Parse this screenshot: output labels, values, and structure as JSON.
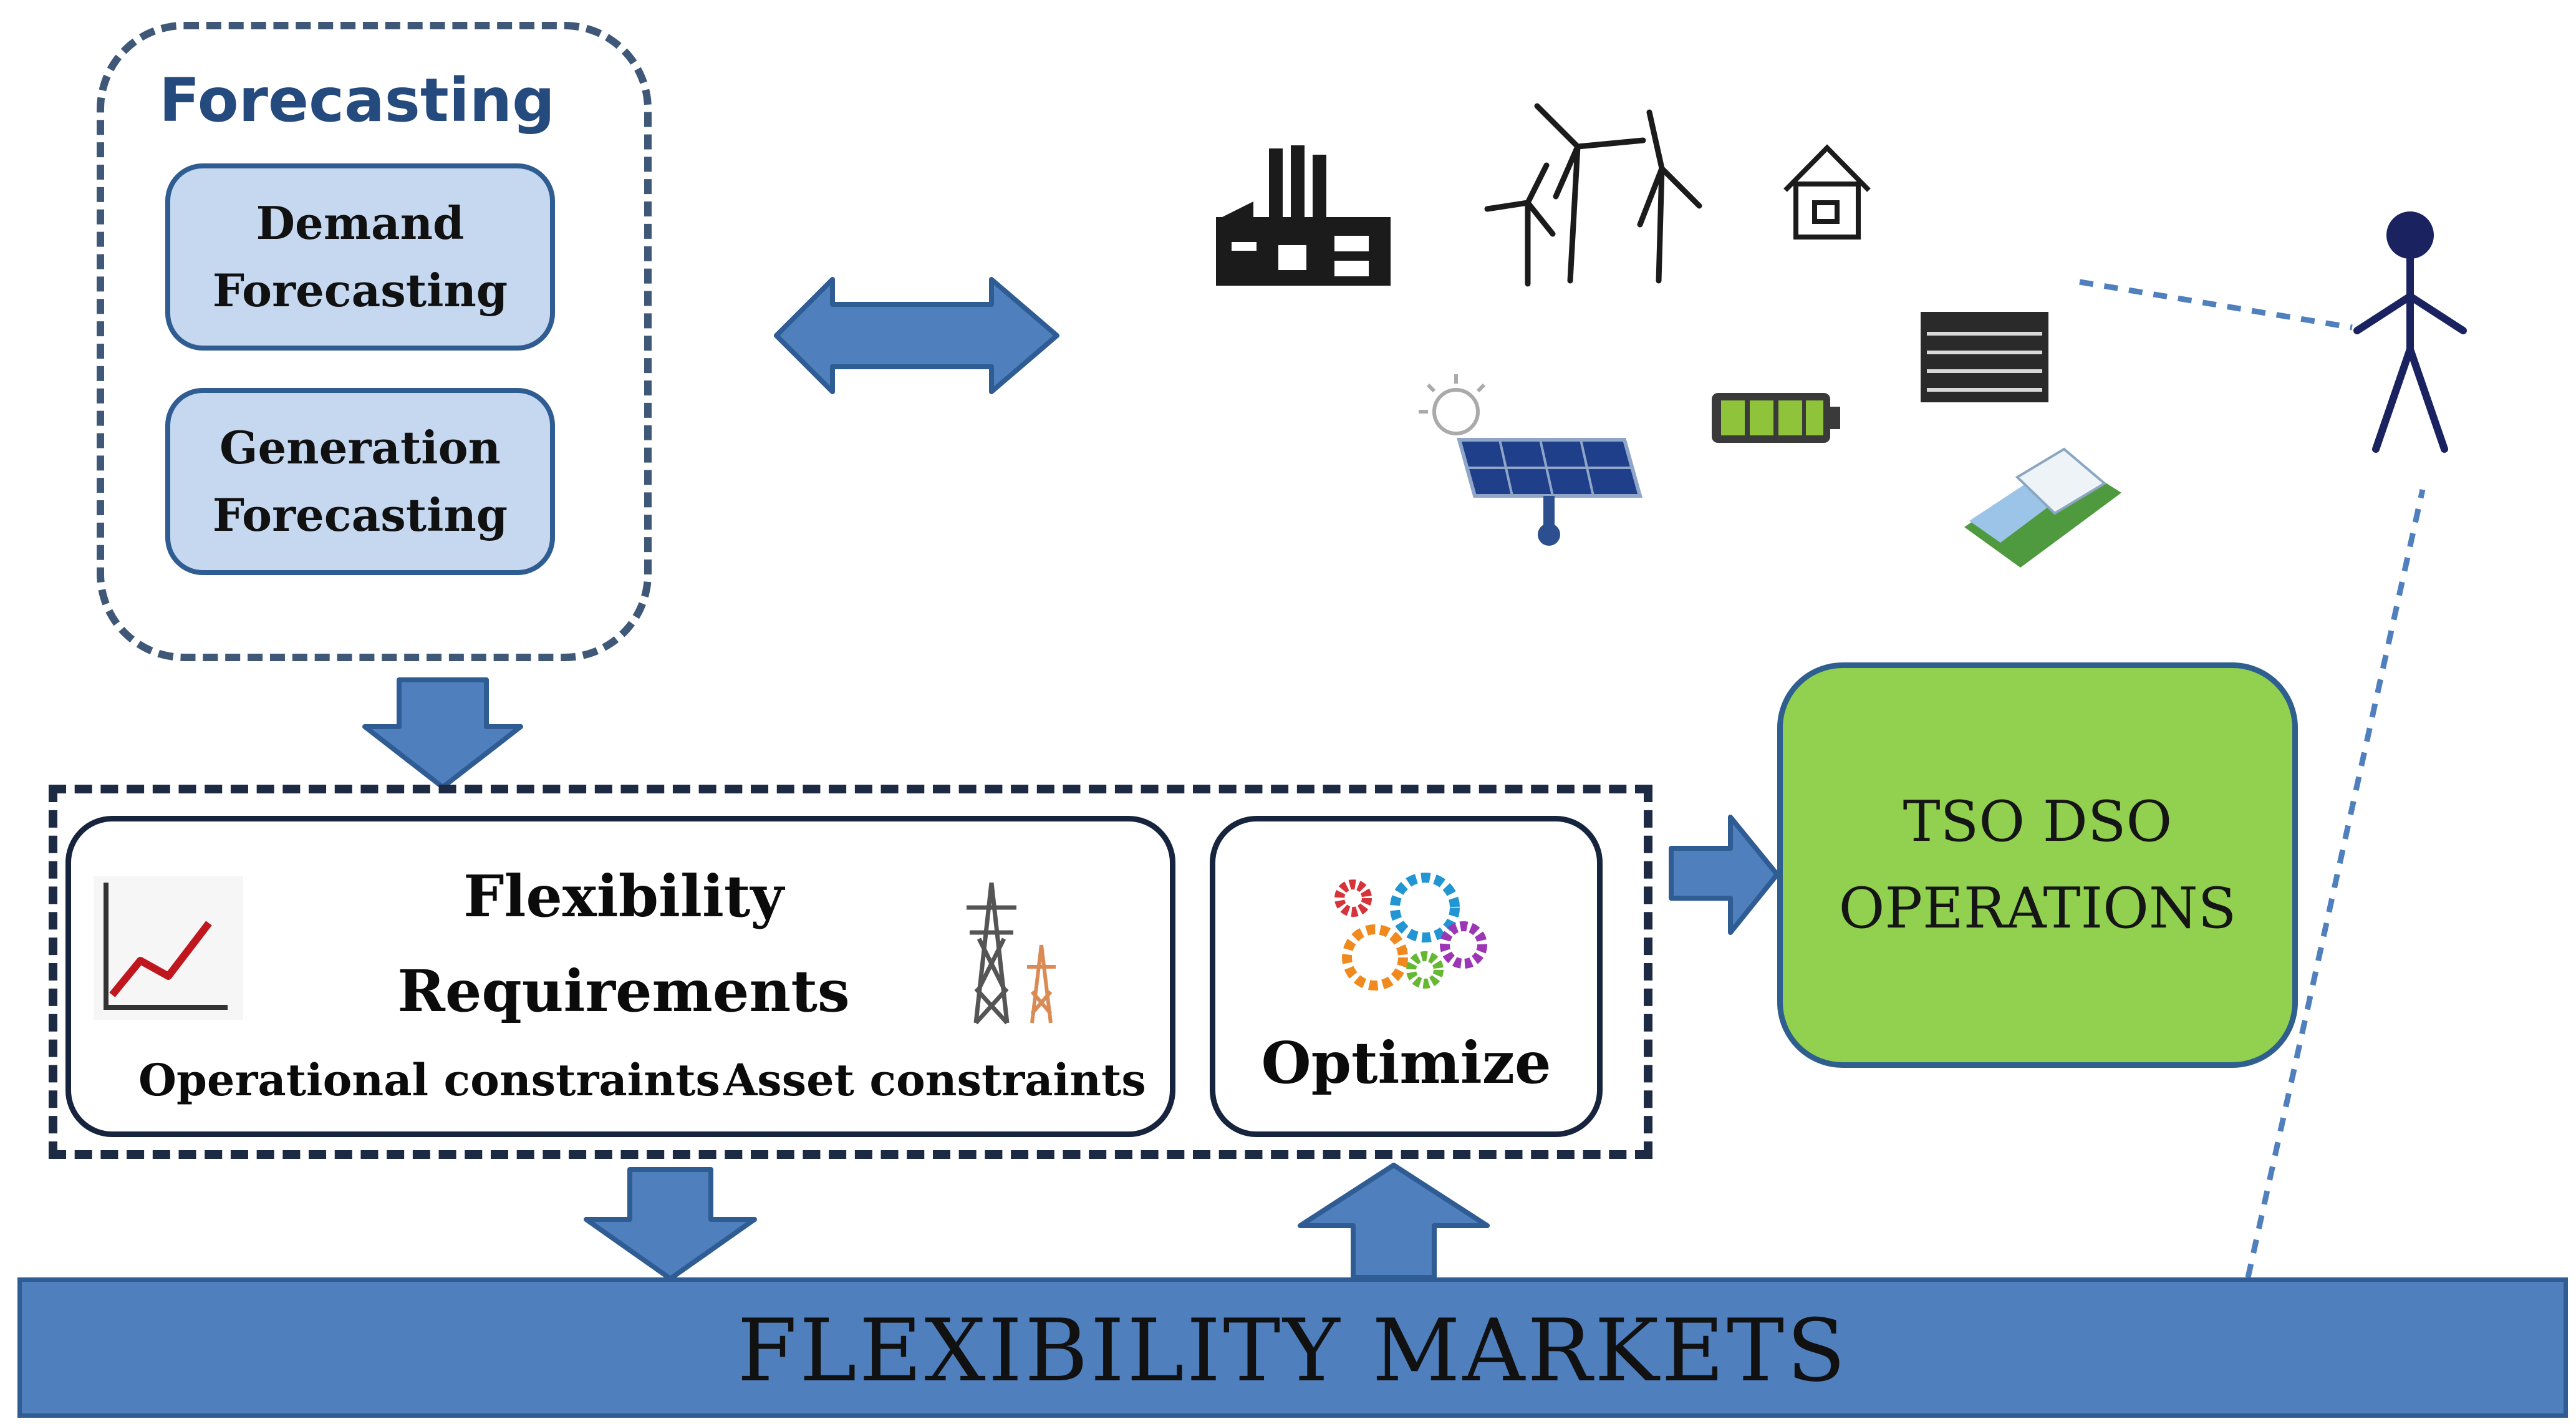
{
  "forecasting": {
    "title": "Forecasting",
    "demand_line1": "Demand",
    "demand_line2": "Forecasting",
    "generation_line1": "Generation",
    "generation_line2": "Forecasting"
  },
  "requirements": {
    "title_line1": "Flexibility",
    "title_line2": "Requirements",
    "operational": "Operational constraints",
    "asset": "Asset constraints"
  },
  "optimize": {
    "label": "Optimize"
  },
  "tso": {
    "line1": "TSO DSO",
    "line2": "OPERATIONS"
  },
  "markets": {
    "label": "FLEXIBILITY MARKETS"
  },
  "assets_icons": [
    "factory-icon",
    "wind-turbines-icon",
    "house-icon",
    "office-building-icon",
    "solar-panel-icon",
    "battery-icon",
    "smart-meter-icon",
    "person-icon"
  ],
  "colors": {
    "arrow_fill": "#4f7fbd",
    "arrow_stroke": "#2f5c93",
    "forecast_box": "#c5d8f0",
    "tso_box": "#92d050",
    "markets_bar": "#4f7fbd"
  }
}
